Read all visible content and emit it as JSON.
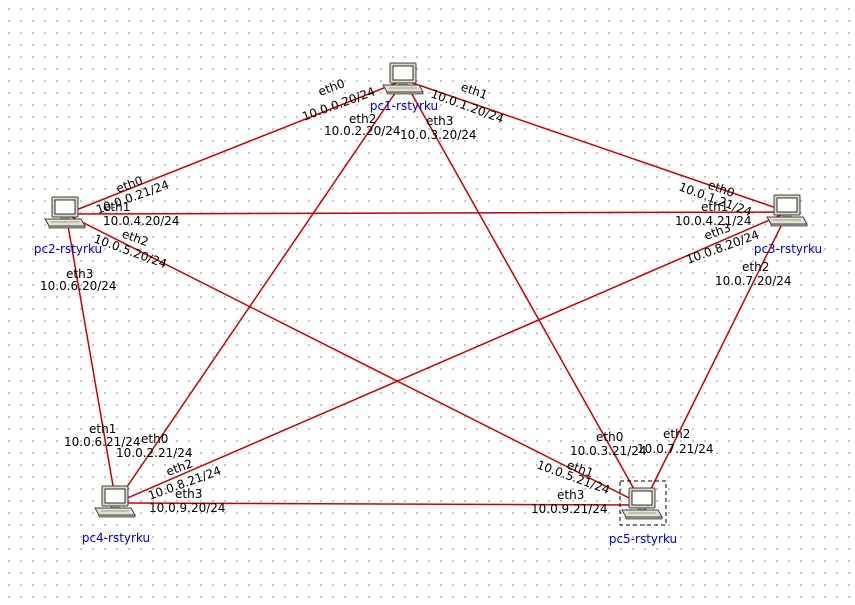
{
  "link_color": "#cc0000",
  "host_label_color": "#0000cc",
  "hosts": [
    {
      "id": "pc1",
      "name": "pc1-rstyrku",
      "icon": "computer-icon"
    },
    {
      "id": "pc2",
      "name": "pc2-rstyrku",
      "icon": "computer-icon"
    },
    {
      "id": "pc3",
      "name": "pc3-rstyrku",
      "icon": "computer-icon"
    },
    {
      "id": "pc4",
      "name": "pc4-rstyrku",
      "icon": "computer-icon"
    },
    {
      "id": "pc5",
      "name": "pc5-rstyrku",
      "icon": "computer-icon",
      "selected": true
    }
  ],
  "links": [
    {
      "a": "pc1",
      "b": "pc2",
      "a_if": "eth0",
      "a_ip": "10.0.0.20/24",
      "b_if": "eth0",
      "b_ip": "10.0.0.21/24"
    },
    {
      "a": "pc1",
      "b": "pc3",
      "a_if": "eth1",
      "a_ip": "10.0.1.20/24",
      "b_if": "eth0",
      "b_ip": "10.0.1.21/24"
    },
    {
      "a": "pc1",
      "b": "pc4",
      "a_if": "eth2",
      "a_ip": "10.0.2.20/24",
      "b_if": "eth0",
      "b_ip": "10.0.2.21/24"
    },
    {
      "a": "pc1",
      "b": "pc5",
      "a_if": "eth3",
      "a_ip": "10.0.3.20/24",
      "b_if": "eth0",
      "b_ip": "10.0.3.21/24"
    },
    {
      "a": "pc2",
      "b": "pc3",
      "a_if": "eth1",
      "a_ip": "10.0.4.20/24",
      "b_if": "eth1",
      "b_ip": "10.0.4.21/24"
    },
    {
      "a": "pc2",
      "b": "pc5",
      "a_if": "eth2",
      "a_ip": "10.0.5.20/24",
      "b_if": "eth1",
      "b_ip": "10.0.5.21/24"
    },
    {
      "a": "pc2",
      "b": "pc4",
      "a_if": "eth3",
      "a_ip": "10.0.6.20/24",
      "b_if": "eth1",
      "b_ip": "10.0.6.21/24"
    },
    {
      "a": "pc3",
      "b": "pc5",
      "a_if": "eth2",
      "a_ip": "10.0.7.20/24",
      "b_if": "eth2",
      "b_ip": "10.0.7.21/24"
    },
    {
      "a": "pc3",
      "b": "pc4",
      "a_if": "eth3",
      "a_ip": "10.0.8.20/24",
      "b_if": "eth2",
      "b_ip": "10.0.8.21/24"
    },
    {
      "a": "pc4",
      "b": "pc5",
      "a_if": "eth3",
      "a_ip": "10.0.9.20/24",
      "b_if": "eth3",
      "b_ip": "10.0.9.21/24"
    }
  ]
}
